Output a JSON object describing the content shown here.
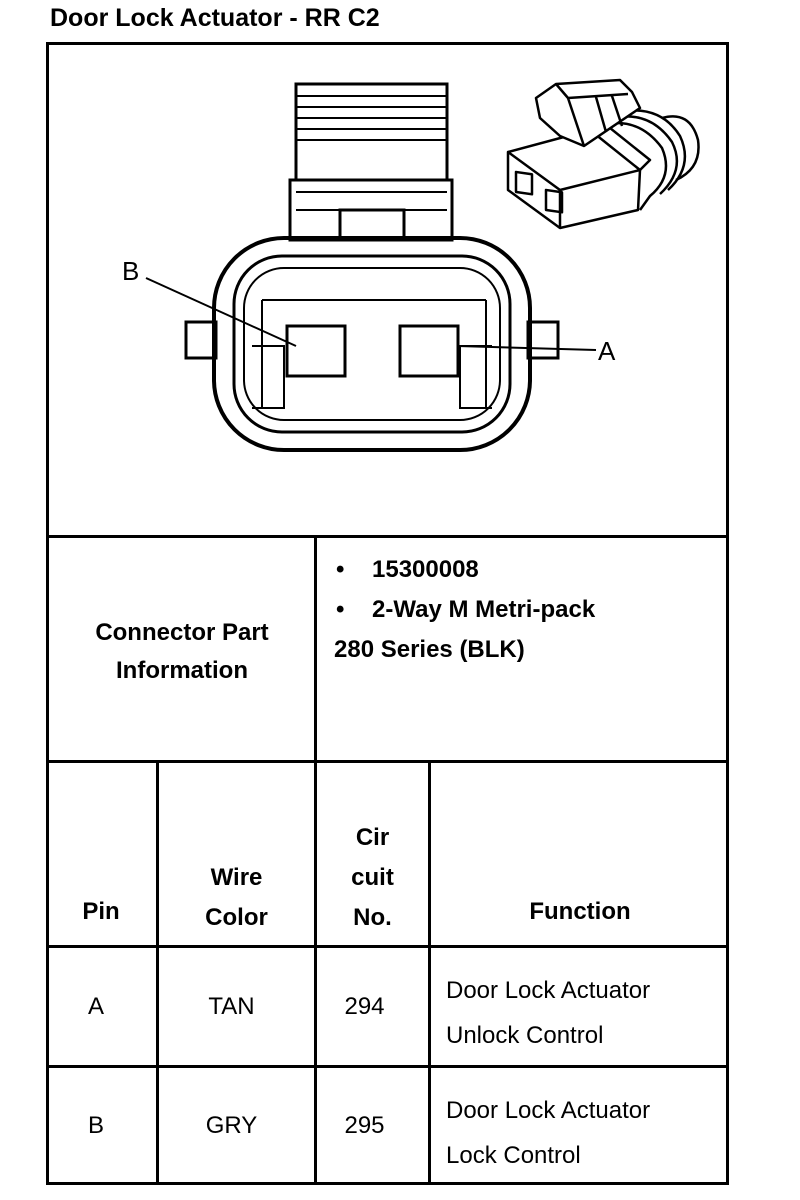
{
  "title": "Door Lock Actuator - RR C2",
  "diagram": {
    "pin_label_a": "A",
    "pin_label_b": "B"
  },
  "part_info": {
    "label_line1": "Connector Part",
    "label_line2": "Information",
    "bullet_symbol": "•",
    "part_number": "15300008",
    "description_line1": "2-Way M Metri-pack",
    "description_line2": "280 Series (BLK)"
  },
  "table": {
    "headers": {
      "pin": "Pin",
      "wire_line1": "Wire",
      "wire_line2": "Color",
      "circuit_line1": "Cir",
      "circuit_line2": "cuit",
      "circuit_line3": "No.",
      "function": "Function"
    },
    "rows": [
      {
        "pin": "A",
        "wire_color": "TAN",
        "circuit": "294",
        "function_line1": "Door Lock Actuator",
        "function_line2": "Unlock Control"
      },
      {
        "pin": "B",
        "wire_color": "GRY",
        "circuit": "295",
        "function_line1": "Door Lock Actuator",
        "function_line2": "Lock Control"
      }
    ]
  }
}
